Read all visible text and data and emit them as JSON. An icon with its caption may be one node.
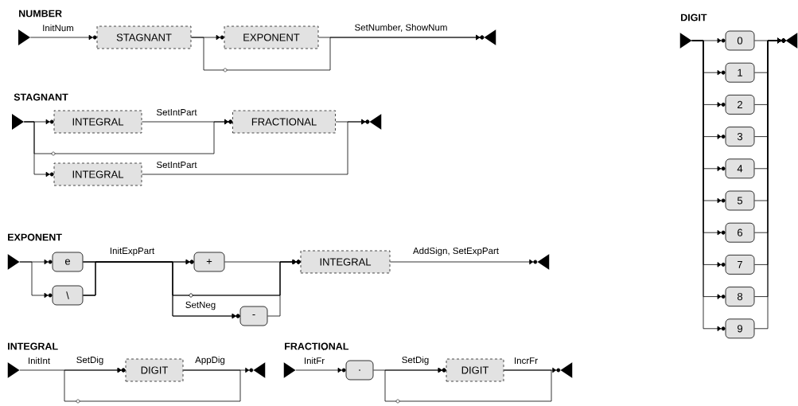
{
  "diagram": {
    "nodes": [
      {
        "text": [],
        "shape": "triangle"
      },
      {
        "text": [
          "STAGNANT"
        ]
      },
      {
        "text": [
          "EXPONENT"
        ]
      },
      {
        "text": [],
        "shape": "triangle"
      },
      {
        "text": [],
        "shape": "triangle"
      },
      {
        "text": [
          "INTEGRAL"
        ]
      },
      {
        "text": [
          "FRACTIONAL"
        ]
      },
      {
        "text": [],
        "shape": "triangle"
      },
      {
        "text": [
          "INTEGRAL"
        ]
      },
      {
        "text": [],
        "shape": "triangle"
      },
      {
        "text": [
          "e"
        ]
      },
      {
        "text": [
          "\\"
        ]
      },
      {
        "text": [
          "+"
        ]
      },
      {
        "text": [
          "-"
        ]
      },
      {
        "text": [
          "INTEGRAL"
        ]
      },
      {
        "text": [],
        "shape": "triangle"
      },
      {
        "text": [],
        "shape": "triangle"
      },
      {
        "text": [
          "DIGIT"
        ]
      },
      {
        "text": [],
        "shape": "triangle"
      },
      {
        "text": [],
        "shape": "triangle"
      },
      {
        "text": [
          "."
        ]
      },
      {
        "text": [
          "DIGIT"
        ]
      },
      {
        "text": [],
        "shape": "triangle"
      },
      {
        "text": [],
        "shape": "triangle"
      },
      {
        "text": [
          "0"
        ]
      },
      {
        "text": [
          "1"
        ]
      },
      {
        "text": [
          "2"
        ]
      },
      {
        "text": [
          "3"
        ]
      },
      {
        "text": [
          "4"
        ]
      },
      {
        "text": [
          "5"
        ]
      },
      {
        "text": [
          "6"
        ]
      },
      {
        "text": [
          "7"
        ]
      },
      {
        "text": [
          "8"
        ]
      },
      {
        "text": [
          "9"
        ]
      },
      {
        "text": [],
        "shape": "triangle"
      }
    ],
    "edges": [
      {
        "from": 0,
        "to": 1,
        "arrow": "to",
        "label": "InitNum"
      },
      {
        "from": 1,
        "to": 2,
        "arrow": "to"
      },
      {
        "from": 2,
        "to": 3,
        "arrow": "to",
        "label": "SetNumber, ShowNum"
      },
      {
        "from": 1,
        "to": 3,
        "arrow": "to"
      },
      {
        "from": 4,
        "to": 5,
        "arrow": "to"
      },
      {
        "from": 5,
        "to": 6,
        "arrow": "to",
        "label": "SetIntPart"
      },
      {
        "from": 4,
        "to": 6,
        "arrow": "to"
      },
      {
        "from": 4,
        "to": 8,
        "arrow": "to"
      },
      {
        "from": 8,
        "to": 7,
        "arrow": "to",
        "label": "SetIntPart"
      },
      {
        "from": 6,
        "to": 7,
        "arrow": "to"
      },
      {
        "from": 9,
        "to": 10,
        "arrow": "to"
      },
      {
        "from": 9,
        "to": 11,
        "arrow": "to"
      },
      {
        "from": 10,
        "to": 12,
        "arrow": "to",
        "label": "InitExpPart"
      },
      {
        "from": 11,
        "to": 12,
        "arrow": "to"
      },
      {
        "from": 10,
        "to": 13,
        "arrow": "to",
        "label": "SetNeg"
      },
      {
        "from": 11,
        "to": 13,
        "arrow": "to"
      },
      {
        "from": 10,
        "to": 14,
        "arrow": "to"
      },
      {
        "from": 11,
        "to": 14,
        "arrow": "to"
      },
      {
        "from": 12,
        "to": 14,
        "arrow": "to"
      },
      {
        "from": 13,
        "to": 14,
        "arrow": "to"
      },
      {
        "from": 14,
        "to": 15,
        "arrow": "to",
        "label": "AddSign, SetExpPart"
      },
      {
        "from": 16,
        "to": 17,
        "arrow": "to",
        "label": "InitInt"
      },
      {
        "from": 17,
        "to": 17,
        "arrow": "to",
        "label": "SetDig"
      },
      {
        "from": 17,
        "to": 18,
        "arrow": "to",
        "label": "AppDig"
      },
      {
        "from": 19,
        "to": 20,
        "arrow": "to",
        "label": "InitFr"
      },
      {
        "from": 20,
        "to": 21,
        "arrow": "to",
        "label": "SetDig"
      },
      {
        "from": 21,
        "to": 21,
        "arrow": "to"
      },
      {
        "from": 21,
        "to": 22,
        "arrow": "to",
        "label": "IncrFr"
      },
      {
        "from": 23,
        "to": 24,
        "arrow": "to"
      },
      {
        "from": 23,
        "to": 25,
        "arrow": "to"
      },
      {
        "from": 23,
        "to": 26,
        "arrow": "to"
      },
      {
        "from": 23,
        "to": 27,
        "arrow": "to"
      },
      {
        "from": 23,
        "to": 28,
        "arrow": "to"
      },
      {
        "from": 23,
        "to": 29,
        "arrow": "to"
      },
      {
        "from": 23,
        "to": 30,
        "arrow": "to"
      },
      {
        "from": 23,
        "to": 31,
        "arrow": "to"
      },
      {
        "from": 23,
        "to": 32,
        "arrow": "to"
      },
      {
        "from": 23,
        "to": 33,
        "arrow": "to"
      },
      {
        "from": 24,
        "to": 34,
        "arrow": "to"
      },
      {
        "from": 25,
        "to": 34,
        "arrow": "to"
      },
      {
        "from": 26,
        "to": 34,
        "arrow": "to"
      },
      {
        "from": 27,
        "to": 34,
        "arrow": "to"
      },
      {
        "from": 28,
        "to": 34,
        "arrow": "to"
      },
      {
        "from": 29,
        "to": 34,
        "arrow": "to"
      },
      {
        "from": 30,
        "to": 34,
        "arrow": "to"
      },
      {
        "from": 31,
        "to": 34,
        "arrow": "to"
      },
      {
        "from": 32,
        "to": 34,
        "arrow": "to"
      },
      {
        "from": 33,
        "to": 34,
        "arrow": "to"
      }
    ],
    "labels": [
      "NUMBER",
      "DIGIT",
      "STAGNANT",
      "EXPONENT",
      "INTEGRAL",
      "FRACTIONAL"
    ]
  }
}
